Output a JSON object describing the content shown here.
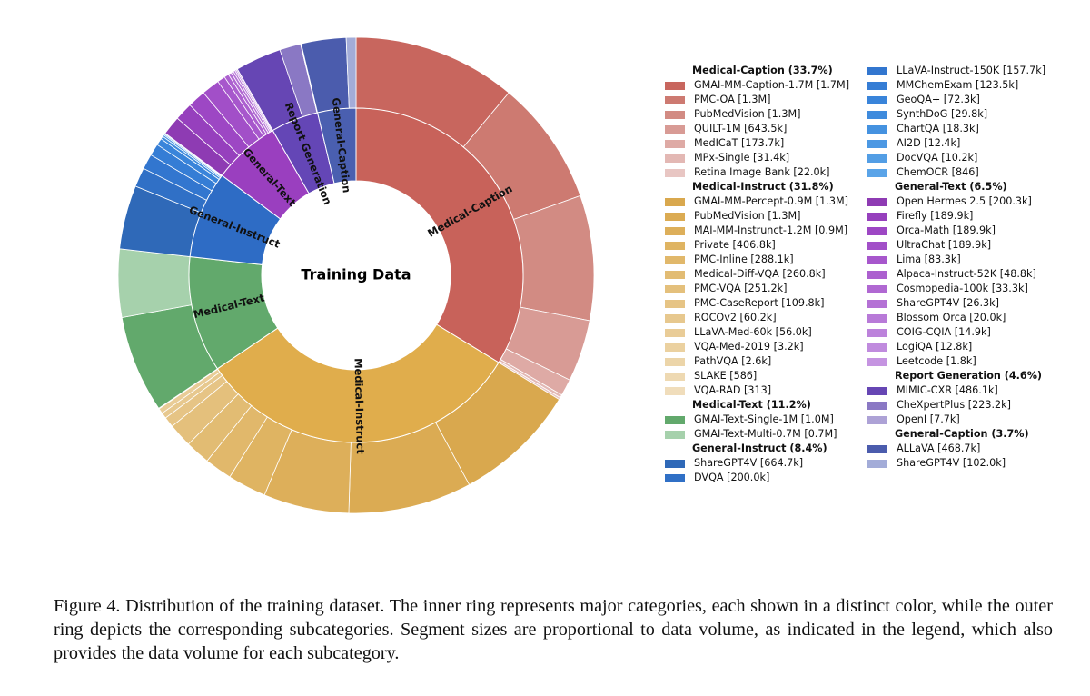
{
  "chart_data": {
    "type": "sunburst",
    "center_title": "Training Data",
    "categories": [
      {
        "name": "Medical-Caption",
        "legend_label": "Medical-Caption (33.7%)",
        "percent": 33.7,
        "color": "#c8625a",
        "items": [
          {
            "label": "GMAI-MM-Caption-1.7M [1.7M]",
            "value": 1700000,
            "color": "#c8665e"
          },
          {
            "label": "PMC-OA [1.3M]",
            "value": 1300000,
            "color": "#cd7a71"
          },
          {
            "label": "PubMedVision [1.3M]",
            "value": 1300000,
            "color": "#d28b83"
          },
          {
            "label": "QUILT-1M [643.5k]",
            "value": 643500,
            "color": "#d89b95"
          },
          {
            "label": "MedICaT [173.7k]",
            "value": 173700,
            "color": "#deaaa5"
          },
          {
            "label": "MPx-Single [31.4k]",
            "value": 31400,
            "color": "#e3b8b4"
          },
          {
            "label": "Retina Image Bank [22.0k]",
            "value": 22000,
            "color": "#e8c6c3"
          }
        ]
      },
      {
        "name": "Medical-Instruct",
        "legend_label": "Medical-Instruct (31.8%)",
        "percent": 31.8,
        "color": "#e0ad4c",
        "items": [
          {
            "label": "GMAI-MM-Percept-0.9M [1.3M]",
            "value": 1300000,
            "color": "#d9a84e"
          },
          {
            "label": "PubMedVision [1.3M]",
            "value": 1300000,
            "color": "#dbab53"
          },
          {
            "label": "MAI-MM-Instrunct-1.2M [0.9M]",
            "value": 900000,
            "color": "#ddaf5a"
          },
          {
            "label": "Private [406.8k]",
            "value": 406800,
            "color": "#dfb462"
          },
          {
            "label": "PMC-Inline [288.1k]",
            "value": 288100,
            "color": "#e1b86b"
          },
          {
            "label": "Medical-Diff-VQA [260.8k]",
            "value": 260800,
            "color": "#e2bc73"
          },
          {
            "label": "PMC-VQA [251.2k]",
            "value": 251200,
            "color": "#e4c07c"
          },
          {
            "label": "PMC-CaseReport [109.8k]",
            "value": 109800,
            "color": "#e6c485"
          },
          {
            "label": "ROCOv2 [60.2k]",
            "value": 60200,
            "color": "#e7c88e"
          },
          {
            "label": "LLaVA-Med-60k [56.0k]",
            "value": 56000,
            "color": "#e9cc97"
          },
          {
            "label": "VQA-Med-2019 [3.2k]",
            "value": 3200,
            "color": "#ebd1a0"
          },
          {
            "label": "PathVQA [2.6k]",
            "value": 2600,
            "color": "#ecd5a9"
          },
          {
            "label": "SLAKE [586]",
            "value": 586,
            "color": "#eed9b2"
          },
          {
            "label": "VQA-RAD [313]",
            "value": 313,
            "color": "#f0ddbb"
          }
        ]
      },
      {
        "name": "Medical-Text",
        "legend_label": "Medical-Text (11.2%)",
        "percent": 11.2,
        "color": "#62a96c",
        "items": [
          {
            "label": "GMAI-Text-Single-1M [1.0M]",
            "value": 1000000,
            "color": "#62a96c"
          },
          {
            "label": "GMAI-Text-Multi-0.7M [0.7M]",
            "value": 700000,
            "color": "#a6d1ac"
          }
        ]
      },
      {
        "name": "General-Instruct",
        "legend_label": "General-Instruct (8.4%)",
        "percent": 8.4,
        "color": "#2e6cc5",
        "items": [
          {
            "label": "ShareGPT4V [664.7k]",
            "value": 664700,
            "color": "#2f69b8"
          },
          {
            "label": "DVQA [200.0k]",
            "value": 200000,
            "color": "#3070c6"
          },
          {
            "label": "LLaVA-Instruct-150K [157.7k]",
            "value": 157700,
            "color": "#3276cf"
          },
          {
            "label": "MMChemExam [123.5k]",
            "value": 123500,
            "color": "#357dd5"
          },
          {
            "label": "GeoQA+ [72.3k]",
            "value": 72300,
            "color": "#3984da"
          },
          {
            "label": "SynthDoG [29.8k]",
            "value": 29800,
            "color": "#3f8bdd"
          },
          {
            "label": "ChartQA [18.3k]",
            "value": 18300,
            "color": "#4592e0"
          },
          {
            "label": "AI2D [12.4k]",
            "value": 12400,
            "color": "#4c98e3"
          },
          {
            "label": "DocVQA [10.2k]",
            "value": 10200,
            "color": "#539ee5"
          },
          {
            "label": "ChemOCR [846]",
            "value": 846,
            "color": "#5aa4e8"
          }
        ]
      },
      {
        "name": "General-Text",
        "legend_label": "General-Text (6.5%)",
        "percent": 6.5,
        "color": "#9a3fbf",
        "items": [
          {
            "label": "Open Hermes 2.5  [200.3k]",
            "value": 200300,
            "color": "#8e3bb3"
          },
          {
            "label": "Firefly [189.9k]",
            "value": 189900,
            "color": "#9640bd"
          },
          {
            "label": "Orca-Math [189.9k]",
            "value": 189900,
            "color": "#9d47c4"
          },
          {
            "label": "UltraChat [189.9k]",
            "value": 189900,
            "color": "#a24fc8"
          },
          {
            "label": "Lima [83.3k]",
            "value": 83300,
            "color": "#a757cc"
          },
          {
            "label": "Alpaca-Instruct-52K [48.8k]",
            "value": 48800,
            "color": "#ac60cf"
          },
          {
            "label": "Cosmopedia-100k [33.3k]",
            "value": 33300,
            "color": "#b068d2"
          },
          {
            "label": "ShareGPT4V [26.3k]",
            "value": 26300,
            "color": "#b471d5"
          },
          {
            "label": "Blossom Orca [20.0k]",
            "value": 20000,
            "color": "#b87ad8"
          },
          {
            "label": "COIG-CQIA [14.9k]",
            "value": 14900,
            "color": "#bc82db"
          },
          {
            "label": "LogiQA [12.8k]",
            "value": 12800,
            "color": "#c08bde"
          },
          {
            "label": "Leetcode [1.8k]",
            "value": 1800,
            "color": "#c594e1"
          }
        ]
      },
      {
        "name": "Report Generation",
        "legend_label": "Report Generation (4.6%)",
        "percent": 4.6,
        "color": "#6446b6",
        "items": [
          {
            "label": "MIMIC-CXR [486.1k]",
            "value": 486100,
            "color": "#6646b4"
          },
          {
            "label": "CheXpertPlus [223.2k]",
            "value": 223200,
            "color": "#8a78c4"
          },
          {
            "label": "OpenI [7.7k]",
            "value": 7700,
            "color": "#ada2d6"
          }
        ]
      },
      {
        "name": "General-Caption",
        "legend_label": "General-Caption (3.7%)",
        "percent": 3.7,
        "color": "#4a5fb0",
        "items": [
          {
            "label": "ALLaVA [468.7k]",
            "value": 468700,
            "color": "#4b5cad"
          },
          {
            "label": "ShareGPT4V [102.0k]",
            "value": 102000,
            "color": "#a3acd8"
          }
        ]
      }
    ]
  },
  "caption": "Figure 4. Distribution of the training dataset. The inner ring represents major categories, each shown in a distinct color, while the outer ring depicts the corresponding subcategories. Segment sizes are proportional to data volume, as indicated in the legend, which also provides the data volume for each subcategory."
}
